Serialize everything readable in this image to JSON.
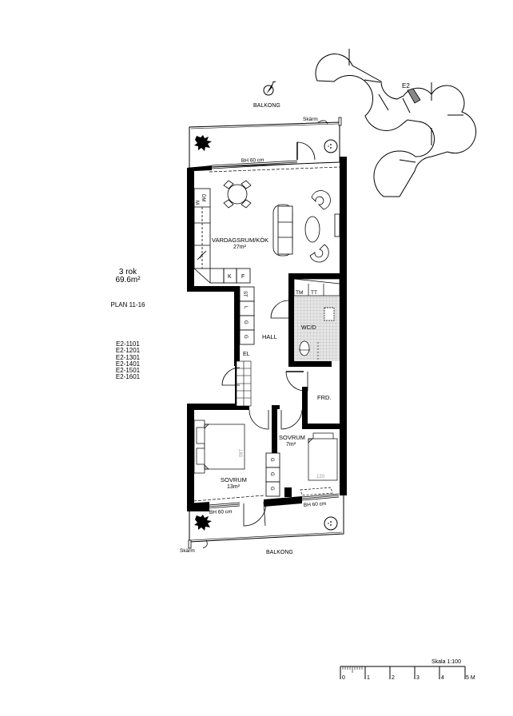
{
  "apartment": {
    "rooms_label": "3 rok",
    "area": "69.6m²",
    "plan": "PLAN 11-16",
    "unit_ids": [
      "E2-1101",
      "E2-1201",
      "E2-1301",
      "E2-1401",
      "E2-1501",
      "E2-1601"
    ]
  },
  "rooms": {
    "living": {
      "name": "VARDAGSRUM/KÖK",
      "area": "27m²"
    },
    "hall": {
      "name": "HALL"
    },
    "bath": {
      "name": "WC/D"
    },
    "closet": {
      "name": "FRD."
    },
    "bedroom_small": {
      "name": "SOVRUM",
      "area": "7m²"
    },
    "bedroom_large": {
      "name": "SOVRUM",
      "area": "13m²"
    },
    "balcony_top": {
      "name": "BALKONG"
    },
    "balcony_bottom": {
      "name": "BALKONG"
    }
  },
  "fixtures": {
    "kitchen": [
      "M",
      "DM",
      "K",
      "F"
    ],
    "hall_storage": [
      "ST",
      "L",
      "G",
      "G"
    ],
    "electrical": "EL",
    "bath": [
      "TM",
      "TT"
    ],
    "bedroom_storage": [
      "G",
      "G",
      "G"
    ],
    "bed_large_width": "180",
    "bed_small_width": "120"
  },
  "annotations": {
    "sill_height_top": "BH 60 cm",
    "sill_height_bottom_left": "BH 60 cm",
    "sill_height_bottom_right": "BH 60 cm",
    "screen_top": "Skärm",
    "screen_bottom": "Skärm",
    "building_marker": "E2"
  },
  "scale": {
    "label": "Skala 1:100",
    "ticks": [
      "0",
      "1",
      "2",
      "3",
      "4",
      "5 M"
    ]
  }
}
